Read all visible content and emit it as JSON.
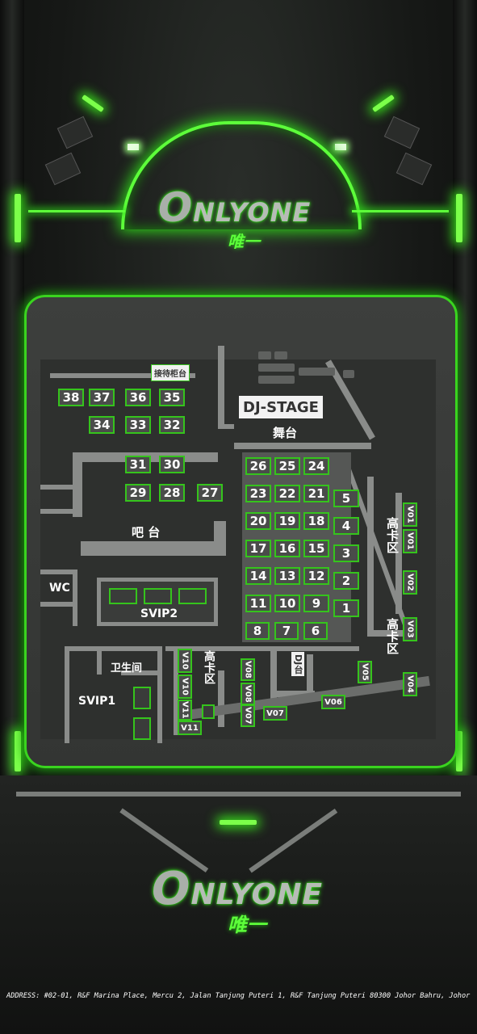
{
  "brand": {
    "name": "NLYONE",
    "initial": "O",
    "cn": "唯一"
  },
  "stage": {
    "label": "DJ-STAGE",
    "cn": "舞台"
  },
  "areas": {
    "reception": "接待柜台",
    "bar": "吧 台",
    "wc": "WC",
    "svip2": "SVIP2",
    "svip1": "SVIP1",
    "toilet": "卫生间",
    "dj_booth": "DJ台",
    "high_booth": "高卡区"
  },
  "tables": [
    "38",
    "37",
    "36",
    "35",
    "34",
    "33",
    "32",
    "31",
    "30",
    "29",
    "28",
    "27",
    "26",
    "25",
    "24",
    "23",
    "22",
    "21",
    "20",
    "19",
    "18",
    "17",
    "16",
    "15",
    "14",
    "13",
    "12",
    "11",
    "10",
    "9",
    "8",
    "7",
    "6",
    "5",
    "4",
    "3",
    "2",
    "1"
  ],
  "vip_tables": [
    "V01",
    "V01",
    "V02",
    "V03",
    "V04",
    "V05",
    "V06",
    "V07",
    "V07",
    "V08",
    "V08",
    "V10",
    "V10",
    "V11",
    "V11"
  ],
  "address": "ADDRESS: #02-01, R&F Marina Place, Mercu 2, Jalan Tanjung Puteri 1, R&F Tanjung Puteri 80300 Johor Bahru, Johor",
  "colors": {
    "neon": "#3ad41f",
    "background": "#141614",
    "floor": "#3a3c3a"
  }
}
